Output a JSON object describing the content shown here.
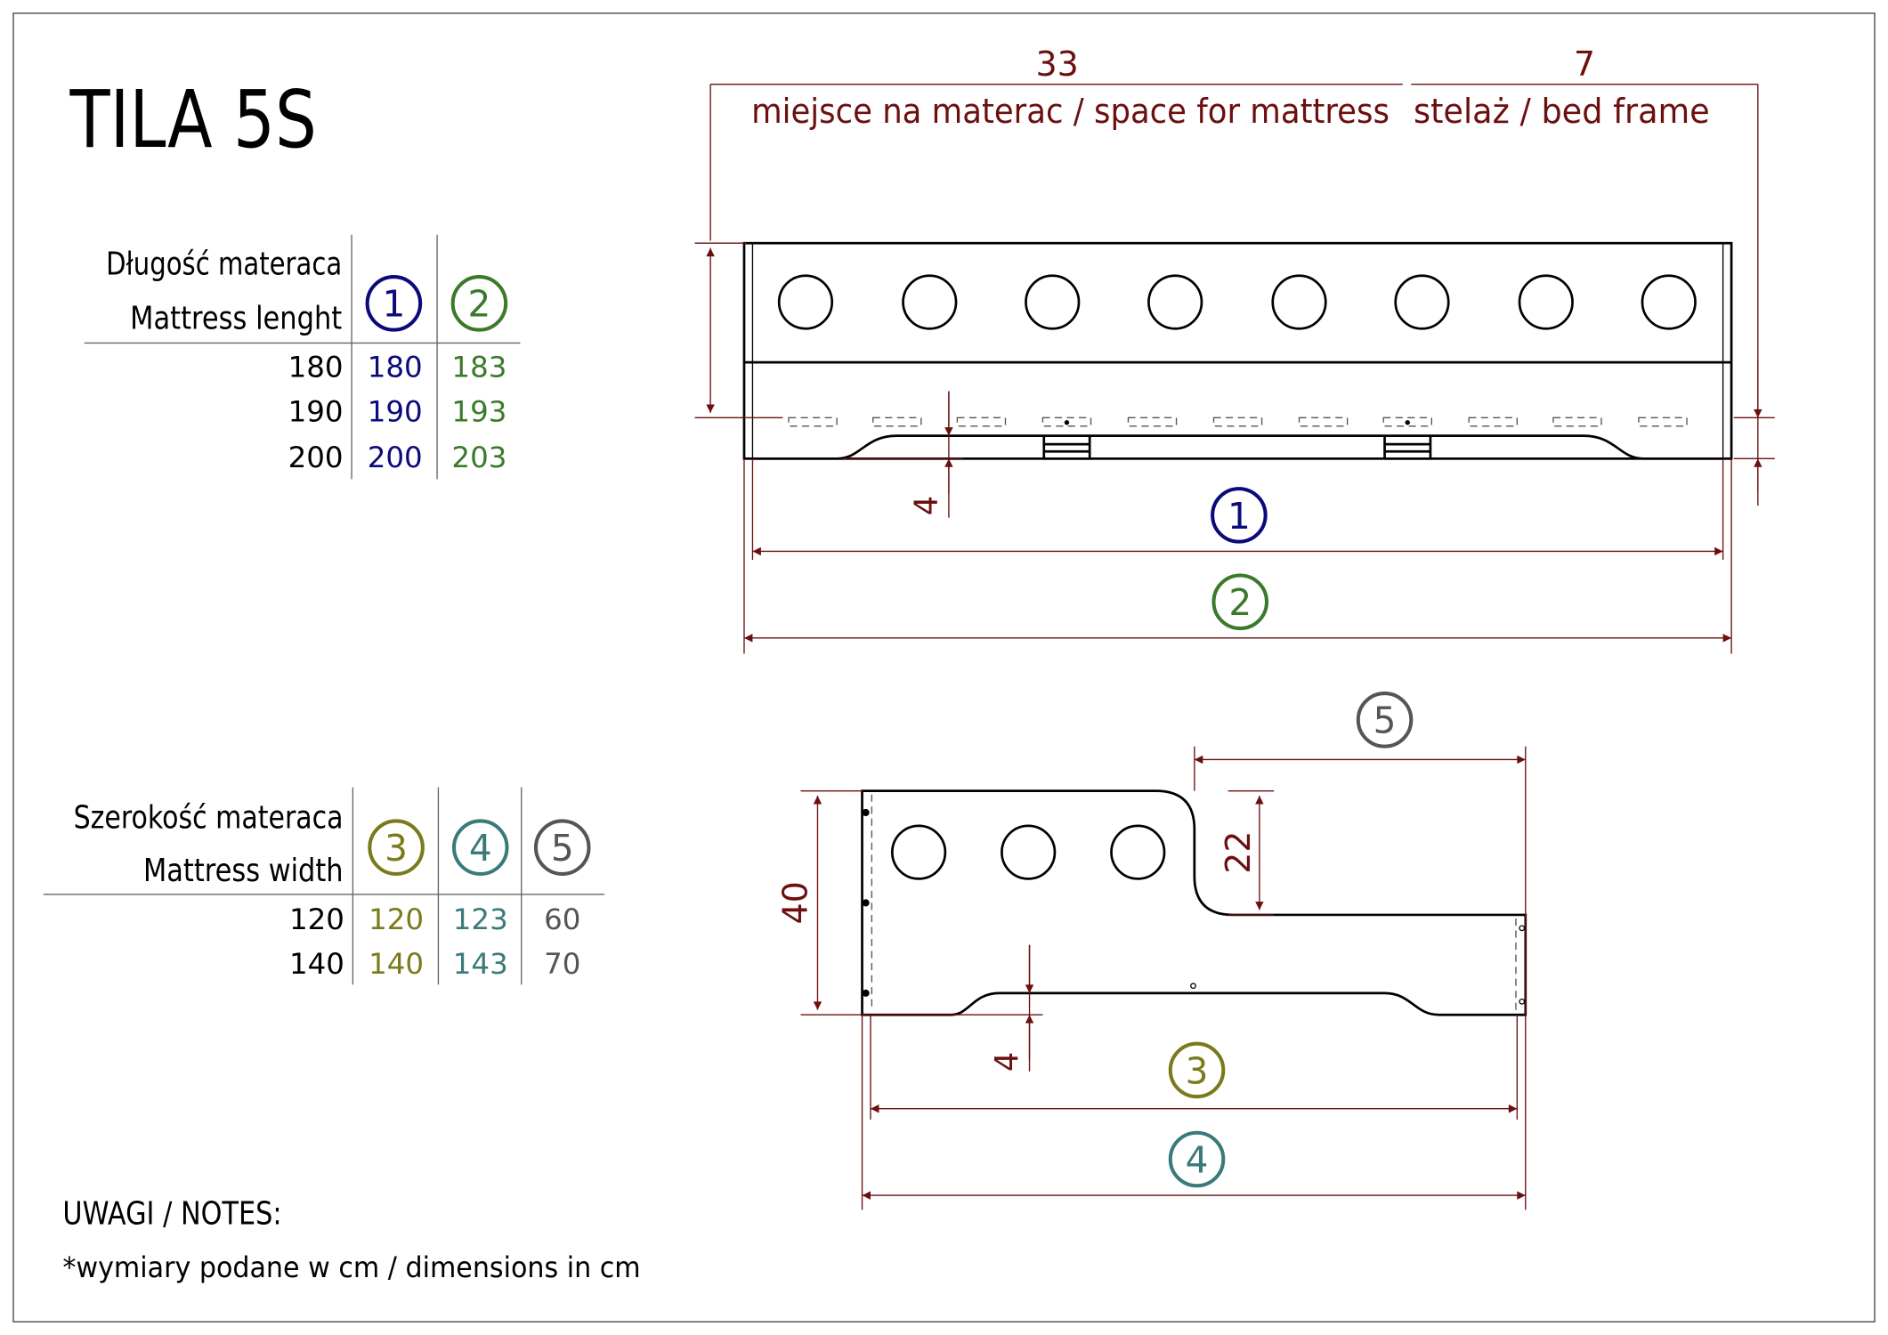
{
  "title": "TILA 5S",
  "colors": {
    "dim": "#6b0f0f",
    "c1": "#0a0a7a",
    "c2": "#3a7a2a",
    "c3": "#7a7a1a",
    "c4": "#3a7a7a",
    "c5": "#555555"
  },
  "length_table": {
    "header_pl": "Długość materaca",
    "header_en": "Mattress lenght",
    "markers": [
      "1",
      "2"
    ],
    "rows": [
      [
        "180",
        "180",
        "183"
      ],
      [
        "190",
        "190",
        "193"
      ],
      [
        "200",
        "200",
        "203"
      ]
    ]
  },
  "width_table": {
    "header_pl": "Szerokość materaca",
    "header_en": "Mattress width",
    "markers": [
      "3",
      "4",
      "5"
    ],
    "rows": [
      [
        "120",
        "120",
        "123",
        "60"
      ],
      [
        "140",
        "140",
        "143",
        "70"
      ]
    ]
  },
  "top_view": {
    "dim_mattress": "33",
    "label_mattress": "miejsce na materac / space for mattress",
    "dim_frame": "7",
    "label_frame": "stelaż / bed frame",
    "dim_small": "4",
    "marker_1": "1",
    "marker_2": "2"
  },
  "side_view": {
    "dim_height": "40",
    "dim_rail": "22",
    "dim_small": "4",
    "marker_3": "3",
    "marker_4": "4",
    "marker_5": "5"
  },
  "notes": {
    "heading": "UWAGI / NOTES:",
    "text": "*wymiary podane w cm / dimensions in cm"
  }
}
